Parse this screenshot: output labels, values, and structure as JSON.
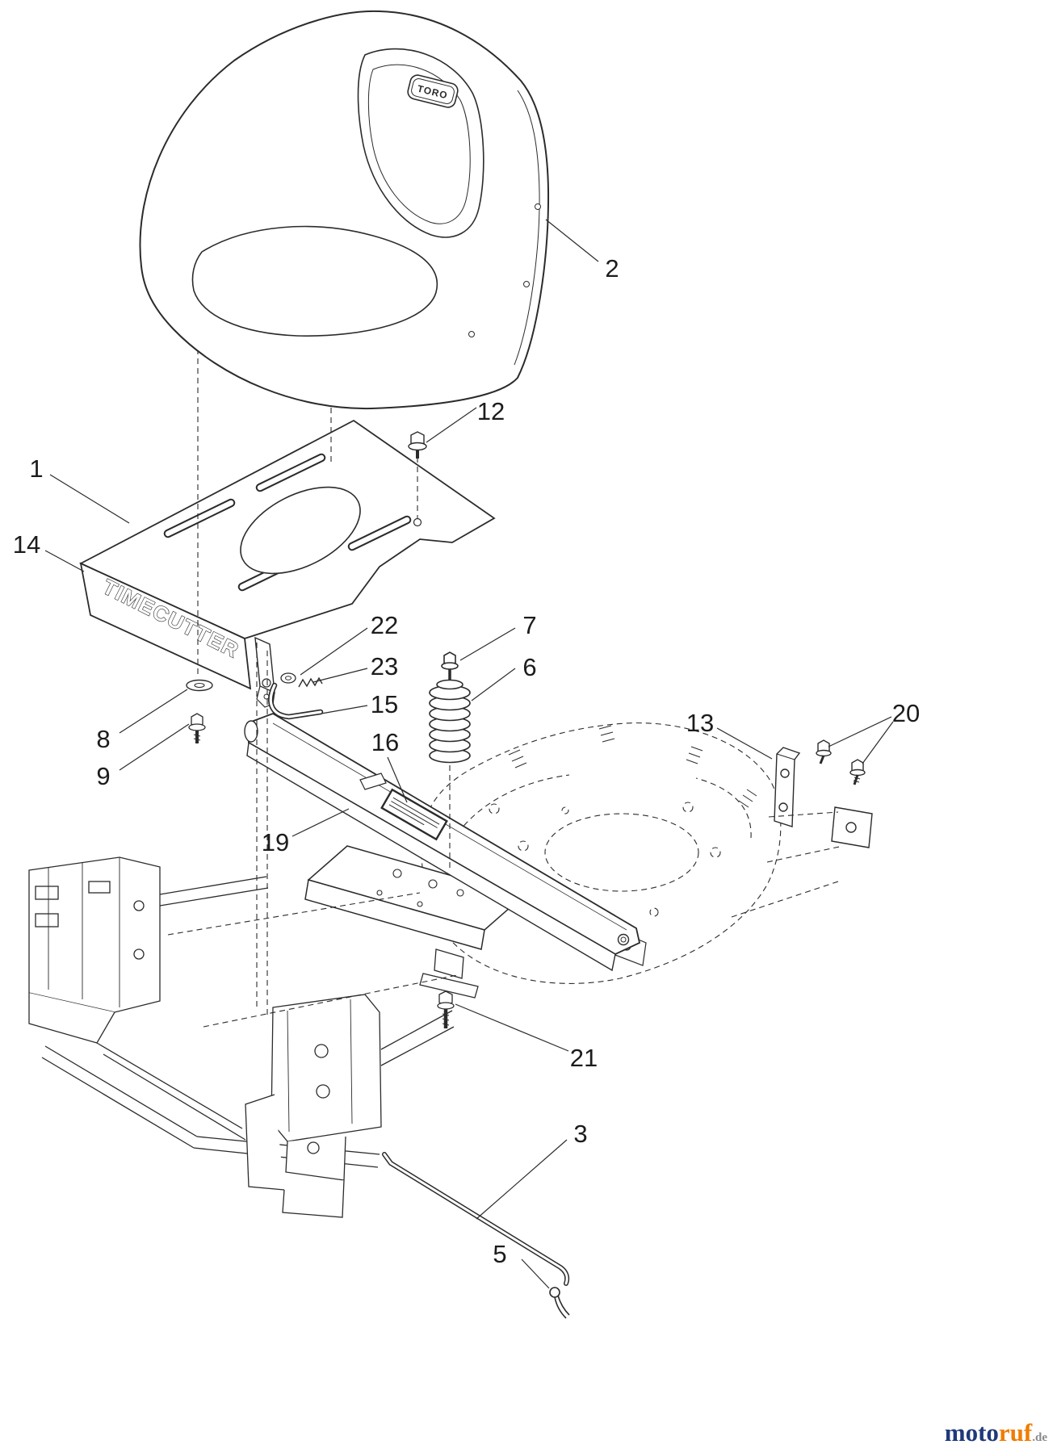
{
  "diagram": {
    "plate_label": "TIMECUTTER",
    "brand_label": "TORO",
    "callouts": [
      {
        "label": "1"
      },
      {
        "label": "2"
      },
      {
        "label": "3"
      },
      {
        "label": "5"
      },
      {
        "label": "6"
      },
      {
        "label": "7"
      },
      {
        "label": "8"
      },
      {
        "label": "9"
      },
      {
        "label": "12"
      },
      {
        "label": "13"
      },
      {
        "label": "14"
      },
      {
        "label": "15"
      },
      {
        "label": "16"
      },
      {
        "label": "19"
      },
      {
        "label": "20"
      },
      {
        "label": "21"
      },
      {
        "label": "22"
      },
      {
        "label": "23"
      }
    ]
  },
  "watermark": {
    "moto": "moto",
    "ruf": "ruf",
    "de": ".de"
  },
  "colors": {
    "line": "#2b2b2b",
    "background": "#ffffff",
    "watermark_moto": "#1f3a7a",
    "watermark_ruf": "#f07c00"
  }
}
